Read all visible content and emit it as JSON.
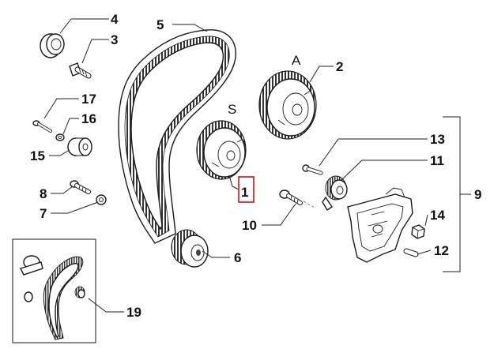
{
  "labels": {
    "p1": "1",
    "p2": "2",
    "p3": "3",
    "p4": "4",
    "p5": "5",
    "p6": "6",
    "p7": "7",
    "p8": "8",
    "p9": "9",
    "p10": "10",
    "p11": "11",
    "p12": "12",
    "p13": "13",
    "p14": "14",
    "p15": "15",
    "p16": "16",
    "p17": "17",
    "p19": "19"
  },
  "letters": {
    "a": "A",
    "s": "S"
  },
  "highlight_color": "#d01010",
  "selected_part": "1"
}
